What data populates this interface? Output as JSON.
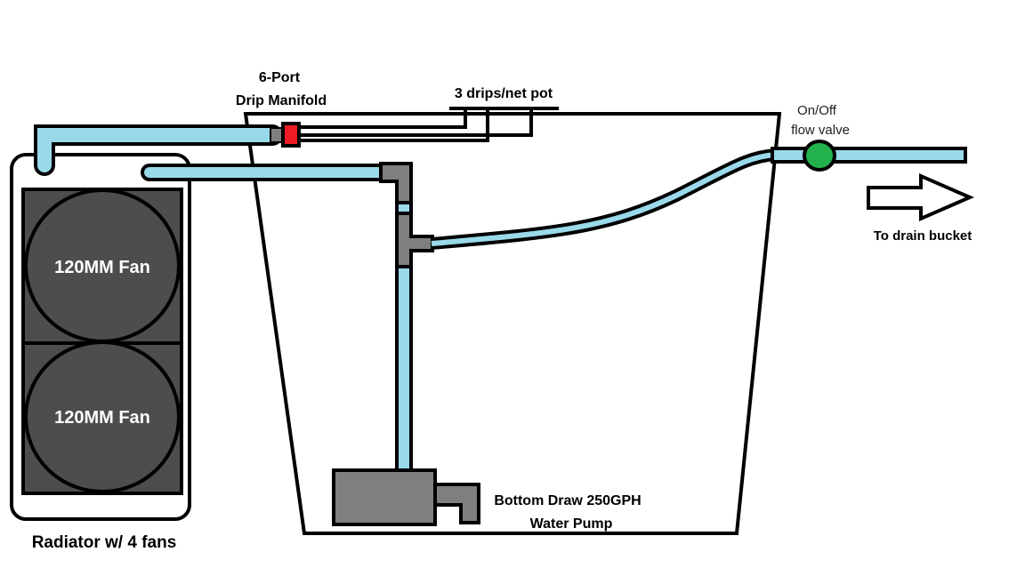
{
  "title": "Hydroponic drip system with radiator cooling",
  "labels": {
    "manifold_line1": "6-Port",
    "manifold_line2": "Drip Manifold",
    "drips": "3 drips/net pot",
    "valve_line1": "On/Off",
    "valve_line2": "flow valve",
    "drain": "To drain bucket",
    "fan1": "120MM Fan",
    "fan2": "120MM Fan",
    "radiator": "Radiator w/ 4 fans",
    "pump_line1": "Bottom Draw 250GPH",
    "pump_line2": "Water Pump"
  },
  "colors": {
    "pipe": "#99d9ea",
    "fitting": "#7f7f7f",
    "manifold": "#ed1c24",
    "valve": "#22b14c",
    "fan_body": "#4d4d4d"
  },
  "icons": {
    "drain_arrow": "arrow-right-icon"
  }
}
